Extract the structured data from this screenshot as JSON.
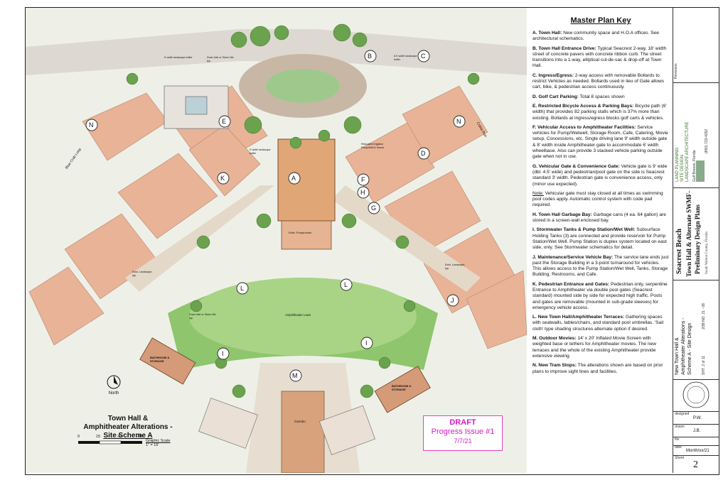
{
  "plan": {
    "title_lines": [
      "Town Hall &",
      "Amphitheater Alterations -",
      "Site Scheme A"
    ],
    "north_label": "North",
    "scale": {
      "ticks": [
        "0",
        "15",
        "30",
        "45"
      ],
      "label": "Graphic Scale",
      "ratio": "1\" = 15'"
    },
    "draft": {
      "line1": "DRAFT",
      "line2": "Progress Issue #1",
      "date": "7/7/21"
    },
    "markers": [
      "A",
      "B",
      "C",
      "D",
      "E",
      "F",
      "G",
      "H",
      "I",
      "I",
      "J",
      "K",
      "L",
      "L",
      "M",
      "N",
      "N"
    ],
    "text_labels": {
      "buffer_left": "6' width landscape buffer",
      "drain_inlet_top": "Drain Inlet or Storm Wtr. typ.",
      "buffer_right": "6.5' width landscape buffer",
      "blue_crab_loop": "Blue Crab Loop",
      "cobia_run": "Cobia Run",
      "relocated_irrigation": "Relocated Irrigation Pump/Well & House",
      "bike_buffer": "5' width landscape buffer",
      "exist_pumphouse": "Exist. Pumphouse",
      "exist_landscape_left": "Exist. Landscape, typ.",
      "exist_landscape_right": "Exist. Landscape, typ.",
      "amphitheater_lawn": "Amphitheater Lawn",
      "drain_inlet_lawn": "Drain Inlet or Storm Wtr. typ.",
      "gazebo": "Gazebo",
      "bathroom_left": "BATHROOM & STORAGE",
      "bathroom_right": "BATHROOM & STORAGE"
    }
  },
  "key": {
    "title": "Master Plan Key",
    "items": [
      {
        "head": "A. Town Hall:",
        "body": " New community space and H.O.A offices.  See architectural schematics."
      },
      {
        "head": "B. Town Hall Entrance Drive:",
        "body": " Typical Seacrest 2-way, 18' width street of concrete pavers with concrete ribbon curb.  The street transitions into a 1-way, elliptical cul-de-sac & drop-off at Town Hall."
      },
      {
        "head": "C. Ingress/Egress:",
        "body": " 2-way access with removable Bollards to restrict Vehicles as needed.  Bollards used in lieu of Gate allows cart, bike, & pedestrian access continuously."
      },
      {
        "head": "D. Golf Cart Parking:",
        "body": " Total 8 spaces shown"
      },
      {
        "head": "E. Restricted Bicycle Access & Parking Bays:",
        "body": " Bicycle path (6' width) that provides 82 parking stalls which is 37% more than existing.  Bollards at ingress/egress blocks golf carts & vehicles."
      },
      {
        "head": "F. Vehicular Access to Amphitheater Facilities:",
        "body": " Service vehicles for Pump/Wetwell, Storage Room, Cafe, Catering, Movie setup, Concessions, etc.  Single driving lane 9' width outside gate & 8' width inside Amphitheater gate to accommodate 6' width wheelbase.  Also can provide 3 stacked vehicle parking outside gate when not in use."
      },
      {
        "head": "G. Vehicular Gate & Convenience Gate:",
        "body": " Vehicle gate is 9' wide (dbl. 4.5' wide) and pedestrian/pool gate on the side is Seacrest standard 3' width.  Pedestrian gate is convenience access, only (minor use expected)."
      },
      {
        "head": "Note:",
        "body": " Vehicular gate must stay closed at all times as swimming pool codes apply.  Automatic control system with code pad required.",
        "note": true
      },
      {
        "head": "H. Town Hall Garbage Bay:",
        "body": " Garbage cans (4 ea. 64 gallon) are stored in a screen-wall enclosed bay."
      },
      {
        "head": "I. Stormwater Tanks & Pump Station/Wet Well:",
        "body": " Subsurface Holding Tanks (3) are connected and provide reservoir for Pump Station/Wet Well.  Pump Station is duplex system located on east side, only.  See Stormwater schematics for detail."
      },
      {
        "head": "J. Maintenance/Service Vehicle Bay:",
        "body": " The service lane ends just past the Storage Building in a 3-point turnaround for vehicles.  This allows access to the Pump Station/Wet Well, Tanks, Storage Building, Restrooms, and Cafe."
      },
      {
        "head": "K. Pedestrian Entrance and Gates:",
        "body": " Pedestrian-only, serpentine Entrance to Amphitheater via double pool gates (Seacrest standard) mounted side by side for expected high traffic.  Posts and gates are removable (mounted in sub-grade sleeves) for emergency vehicle access."
      },
      {
        "head": "L. New Town Hall/Amphitheater Terraces:",
        "body": " Gathering spaces with seatwalls, tables/chairs, and standard pool umbrellas.  'Sail cloth' type shading structures alternate option if desired."
      },
      {
        "head": "M. Outdoor Movies:",
        "body": " 14' x 20' Inflated Movie Screen with weighted base or tethers for Amphitheater movies.  The new terraces and the whole of the existing Amphitheater provide extensive viewing."
      },
      {
        "head": "N. New Tram Stops:",
        "body": " The alterations shown are based on prior plans to improve sight lines and facilities."
      }
    ]
  },
  "titleblock": {
    "revisions": "Revisions",
    "firm_lines": [
      "LAND PLANNING",
      "SITE DESIGN",
      "LANDSCAPE ARCHITECTURE"
    ],
    "firm_small": "Gulf Breeze, Florida",
    "phone": "(850) 723-4292",
    "project_lines": [
      "Seacrest Beach",
      "Town Hall & Alternate SWMF-",
      "Preliminary Design Plans"
    ],
    "county": "South Walton County, Florida",
    "sheet_desc": [
      "New Town Hall &",
      "Amphitheater Alterations -",
      "Scheme A - Site Design"
    ],
    "job_no": "JOB NO. 21 - 08",
    "sht": "SHT. 2 of 11",
    "designed_label": "designed",
    "designed": "P.W.",
    "drawn_label": "drawn",
    "drawn": "J.B.",
    "file_label": "file",
    "date_label": "date",
    "date": "Month/xx/21",
    "sheet_label": "Sheet",
    "sheet_no": "2"
  }
}
